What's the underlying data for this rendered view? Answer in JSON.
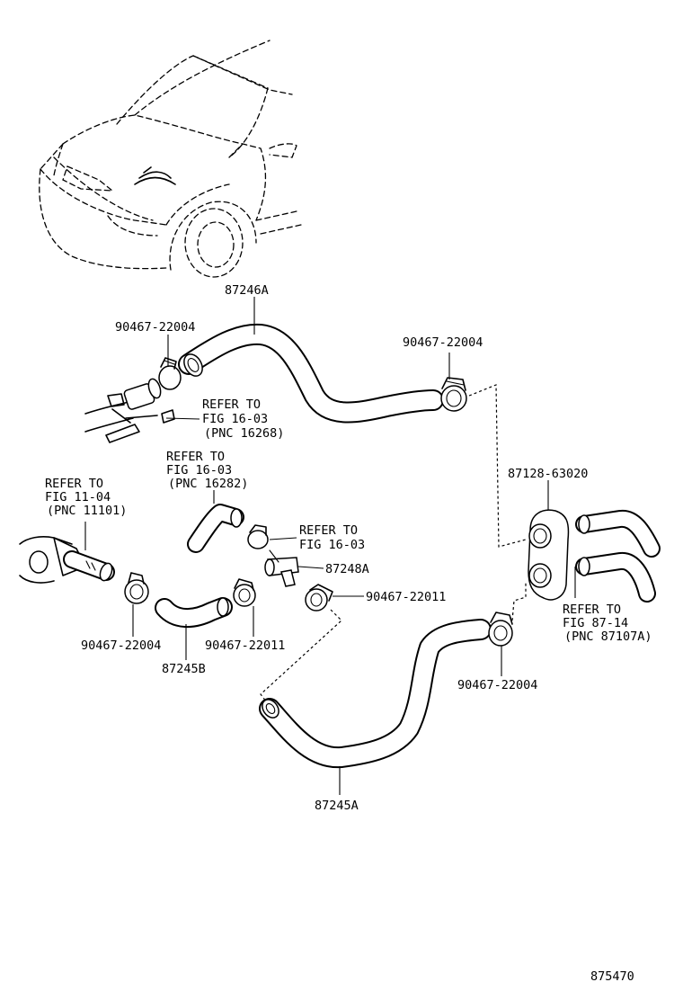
{
  "labels": {
    "hose_87246a": "87246A",
    "clamp_top_left": "90467-22004",
    "clamp_top_right": "90467-22004",
    "refer_16268_l1": "REFER TO",
    "refer_16268_l2": "FIG 16-03",
    "refer_16268_l3": "(PNC 16268)",
    "refer_16282_l1": "REFER TO",
    "refer_16282_l2": "FIG 16-03",
    "refer_16282_l3": "(PNC 16282)",
    "refer_11101_l1": "REFER TO",
    "refer_11101_l2": "FIG 11-04",
    "refer_11101_l3": "(PNC 11101)",
    "refer_1603_l1": "REFER TO",
    "refer_1603_l2": "FIG 16-03",
    "joint_87248a": "87248A",
    "clamp_mid_right": "90467-22011",
    "grommet_87128": "87128-63020",
    "refer_87107_l1": "REFER TO",
    "refer_87107_l2": "FIG 87-14",
    "refer_87107_l3": "(PNC 87107A)",
    "clamp_bottom_left": "90467-22004",
    "clamp_bottom_mid": "90467-22011",
    "hose_87245b": "87245B",
    "clamp_bottom_right": "90467-22004",
    "hose_87245a": "87245A",
    "figure_number": "875470"
  }
}
